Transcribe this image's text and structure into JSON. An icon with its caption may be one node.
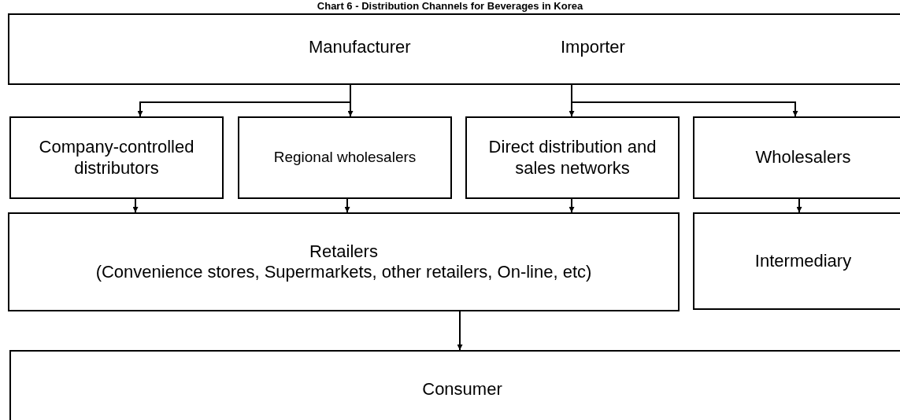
{
  "diagram": {
    "title": "Chart 6 - Distribution Channels for Beverages in Korea",
    "nodes": [
      {
        "text": [
          "Manufacturer",
          "Importer"
        ]
      },
      {
        "text": [
          "Company-controlled distributors"
        ]
      },
      {
        "text": [
          "Regional wholesalers"
        ]
      },
      {
        "text": [
          "Direct distribution and sales networks"
        ]
      },
      {
        "text": [
          "Wholesalers"
        ]
      },
      {
        "text": [
          "Retailers",
          "(Convenience stores, Supermarkets, other retailers, On-line, etc)"
        ]
      },
      {
        "text": [
          "Intermediary"
        ]
      },
      {
        "text": [
          "Consumer"
        ]
      }
    ],
    "edges": [
      {
        "from": 0,
        "to": 1,
        "arrow": "to"
      },
      {
        "from": 0,
        "to": 2,
        "arrow": "to"
      },
      {
        "from": 0,
        "to": 3,
        "arrow": "to"
      },
      {
        "from": 0,
        "to": 4,
        "arrow": "to"
      },
      {
        "from": 1,
        "to": 5,
        "arrow": "to"
      },
      {
        "from": 2,
        "to": 5,
        "arrow": "to"
      },
      {
        "from": 3,
        "to": 5,
        "arrow": "to"
      },
      {
        "from": 4,
        "to": 6,
        "arrow": "to"
      },
      {
        "from": 5,
        "to": 7,
        "arrow": "to"
      }
    ]
  }
}
